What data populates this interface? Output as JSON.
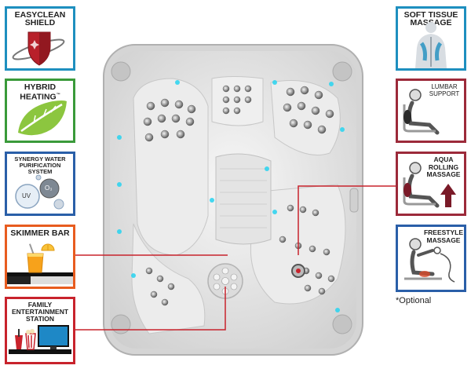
{
  "features": {
    "easyclean": {
      "title": "EASYCLEAN SHIELD",
      "color": "#1e8fbf",
      "icon": "shield-icon"
    },
    "hybrid": {
      "title": "HYBRID HEATING",
      "trademark": "™",
      "color": "#3a9a3a",
      "icon": "leaf-icon"
    },
    "synergy": {
      "title": "SYNERGY WATER PURIFICATION SYSTEM",
      "color": "#2a5fa8",
      "icon": "uv-ozone-icon",
      "uv_label": "UV",
      "o3_label": "O₃"
    },
    "skimmer": {
      "title": "SKIMMER BAR",
      "color": "#e85c1f",
      "icon": "drink-icon"
    },
    "family": {
      "title": "FAMILY ENTERTAINMENT STATION",
      "color": "#c8232c",
      "icon": "entertainment-icon"
    },
    "softtissue": {
      "title": "SOFT TISSUE MASSAGE",
      "color": "#1e8fbf",
      "icon": "back-massage-icon"
    },
    "lumbar": {
      "title": "LUMBAR SUPPORT",
      "color": "#9c2a3a",
      "icon": "lumbar-seat-icon"
    },
    "aqua": {
      "title": "AQUA ROLLING MASSAGE",
      "color": "#9c2a3a",
      "icon": "rolling-massage-icon"
    },
    "freestyle": {
      "title": "FREESTYLE MASSAGE",
      "color": "#2a5fa8",
      "icon": "freestyle-massage-icon"
    }
  },
  "footnote": "*Optional",
  "colors": {
    "connector_line": "#c8232c",
    "tub_shell": "#e6e6e6",
    "accent_light": "#27d3f0"
  }
}
